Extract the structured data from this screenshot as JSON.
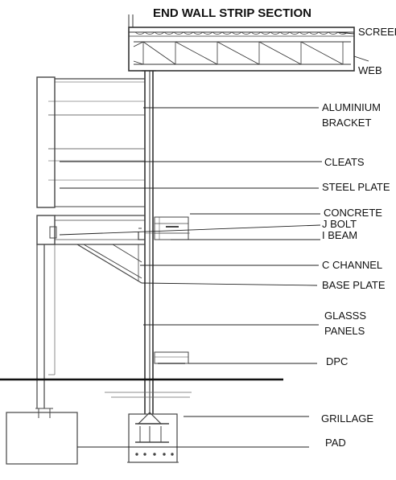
{
  "title": "END WALL STRIP SECTION",
  "labels": {
    "screed": "SCREED",
    "web": "WEB",
    "aluminium": "ALUMINIUM",
    "bracket": "BRACKET",
    "cleats": "CLEATS",
    "steel_plate": "STEEL PLATE",
    "concrete": "CONCRETE",
    "j_bolt": "J BOLT",
    "i_beam": "I BEAM",
    "c_channel": "C CHANNEL",
    "base_plate": "BASE PLATE",
    "glasss": "GLASSS",
    "panels": "PANELS",
    "dpc": "DPC",
    "grillage": "GRILLAGE",
    "pad": "PAD"
  }
}
